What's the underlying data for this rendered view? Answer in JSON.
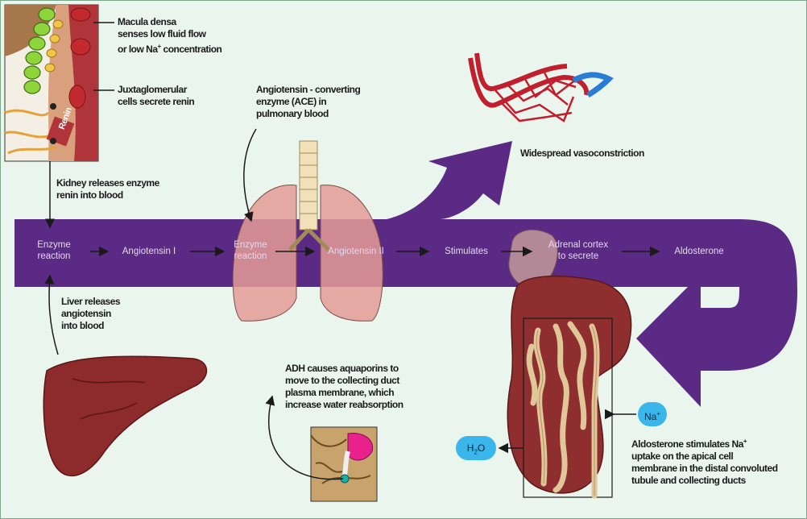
{
  "labels": {
    "macula_l1": "Macula densa",
    "macula_l2": "senses low fluid flow",
    "macula_l3": "or low Na",
    "macula_l3_sup": "+",
    "macula_l3_tail": " concentration",
    "jg_l1": "Juxtaglomerular",
    "jg_l2": "cells secrete renin",
    "renin_tag": "Renin",
    "ace_l1": "Angiotensin - converting",
    "ace_l2": "enzyme (ACE) in",
    "ace_l3": "pulmonary blood",
    "vasoconstriction": "Widespread vasoconstriction",
    "kidney_l1": "Kidney releases enzyme",
    "kidney_l2": "renin into blood",
    "liver_l1": "Liver releases",
    "liver_l2": "angiotensin",
    "liver_l3": "into blood",
    "adh_l1": "ADH causes aquaporins to",
    "adh_l2": "move to the collecting duct",
    "adh_l3": "plasma membrane, which",
    "adh_l4": "increase water reabsorption",
    "aldo_l1": "Aldosterone stimulates Na",
    "aldo_l1_sup": "+",
    "aldo_l2": "uptake on the apical cell",
    "aldo_l3": "membrane in the distal convoluted",
    "aldo_l4": "tubule and collecting ducts"
  },
  "flow": {
    "step1_l1": "Enzyme",
    "step1_l2": "reaction",
    "step2": "Angiotensin I",
    "step3_l1": "Enzyme",
    "step3_l2": "reaction",
    "step4": "Angiotensin II",
    "step5": "Stimulates",
    "step6_l1": "Adrenal cortex",
    "step6_l2": "to secrete",
    "step7": "Aldosterone"
  },
  "bubbles": {
    "na": "Na",
    "na_sup": "+",
    "h2o_main": "H",
    "h2o_sub": "2",
    "h2o_tail": "O"
  },
  "colors": {
    "background": "#eaf5ee",
    "flow_band": "#5a2a84",
    "vessel_red": "#c21f2e",
    "vein_blue": "#2a7bd4",
    "lung_pink": "#e49b96",
    "liver_red": "#8c2a2c",
    "kidney_red": "#8e2e2e",
    "tubule_tan": "#e0c79a",
    "ion_blue": "#3ab6ea",
    "cell_green": "#8ed43a"
  }
}
